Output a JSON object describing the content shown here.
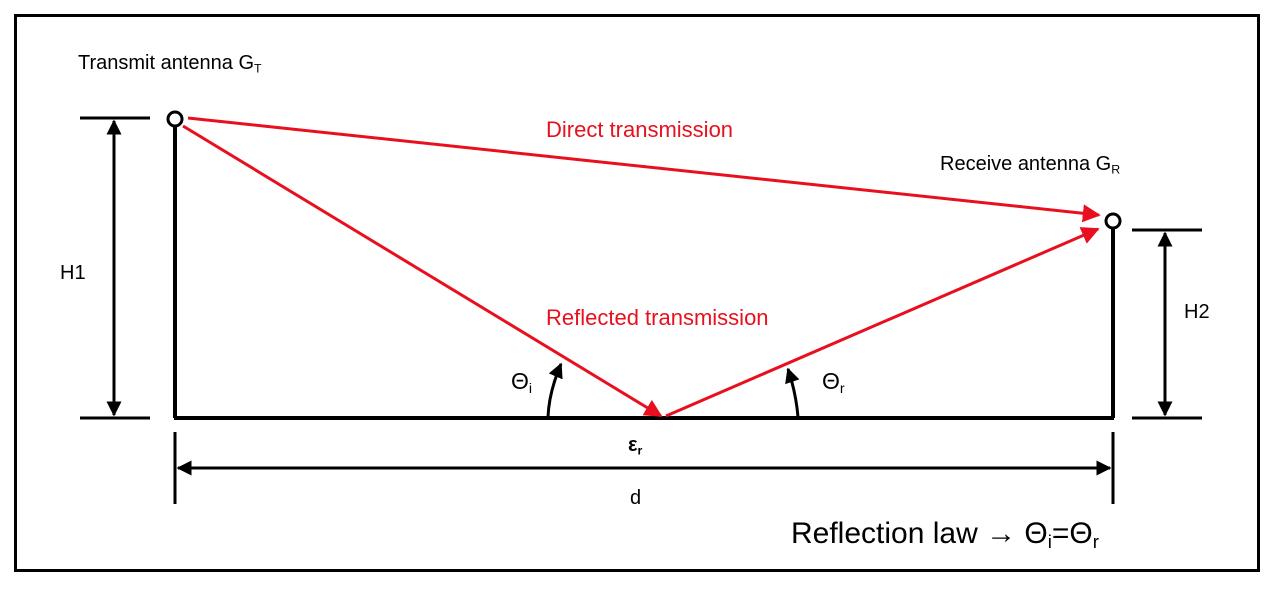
{
  "colors": {
    "ray": "#e8101e",
    "structure": "#000000",
    "background": "#ffffff"
  },
  "labels": {
    "transmit_antenna": "Transmit antenna G",
    "transmit_sub": "T",
    "receive_antenna": "Receive antenna G",
    "receive_sub": "R",
    "direct": "Direct transmission",
    "reflected": "Reflected transmission",
    "h1": "H1",
    "h2": "H2",
    "theta_i": "Θ",
    "theta_i_sub": "i",
    "theta_r": "Θ",
    "theta_r_sub": "r",
    "epsilon": "ε",
    "epsilon_sub": "r",
    "distance": "d",
    "law_prefix": "Reflection law → Θ",
    "law_sub1": "i",
    "law_mid": "=Θ",
    "law_sub2": "r"
  }
}
